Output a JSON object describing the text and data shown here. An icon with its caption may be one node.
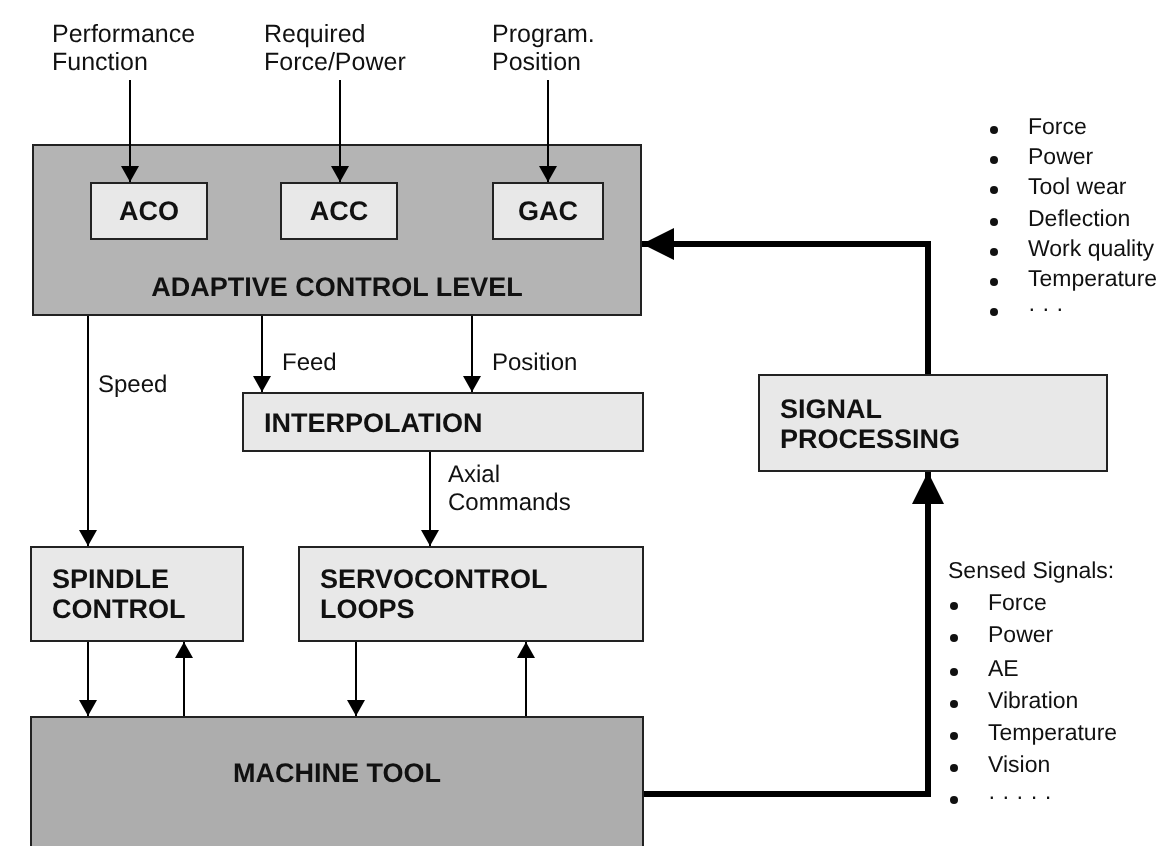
{
  "diagram": {
    "nodes": [
      {
        "text": [
          "Performance Function"
        ]
      },
      {
        "text": [
          "Required Force/Power"
        ]
      },
      {
        "text": [
          "Program. Position"
        ]
      },
      {
        "text": [
          "ADAPTIVE CONTROL LEVEL"
        ]
      },
      {
        "text": [
          "ACO"
        ],
        "in": 3
      },
      {
        "text": [
          "ACC"
        ],
        "in": 3
      },
      {
        "text": [
          "GAC"
        ],
        "in": 3
      },
      {
        "text": [
          "INTERPOLATION"
        ]
      },
      {
        "text": [
          "SIGNAL PROCESSING"
        ]
      },
      {
        "text": [
          "SPINDLE CONTROL"
        ]
      },
      {
        "text": [
          "SERVOCONTROL LOOPS"
        ]
      },
      {
        "text": [
          "MACHINE TOOL"
        ]
      }
    ],
    "edges": [
      {
        "from": 0,
        "to": 4,
        "arrow": "to"
      },
      {
        "from": 1,
        "to": 5,
        "arrow": "to"
      },
      {
        "from": 2,
        "to": 6,
        "arrow": "to"
      },
      {
        "from": 3,
        "to": 9,
        "arrow": "to",
        "label": "Speed"
      },
      {
        "from": 3,
        "to": 7,
        "arrow": "to",
        "label": "Feed"
      },
      {
        "from": 3,
        "to": 7,
        "arrow": "to",
        "label": "Position"
      },
      {
        "from": 7,
        "to": 10,
        "arrow": "to",
        "label": "Axial Commands"
      },
      {
        "from": 9,
        "to": 11,
        "arrow": "to"
      },
      {
        "from": 11,
        "to": 9,
        "arrow": "to"
      },
      {
        "from": 10,
        "to": 11,
        "arrow": "to"
      },
      {
        "from": 11,
        "to": 10,
        "arrow": "to"
      },
      {
        "from": 11,
        "to": 8,
        "arrow": "to",
        "style": "thick"
      },
      {
        "from": 8,
        "to": 3,
        "arrow": "to",
        "style": "thick"
      }
    ],
    "labels": [
      "Force",
      "Power",
      "Tool wear",
      "Deflection",
      "Work quality",
      "Temperature",
      "· · ·",
      "Sensed Signals:",
      "Force",
      "Power",
      "AE",
      "Vibration",
      "Temperature",
      "Vision",
      "· · · · ·"
    ]
  }
}
